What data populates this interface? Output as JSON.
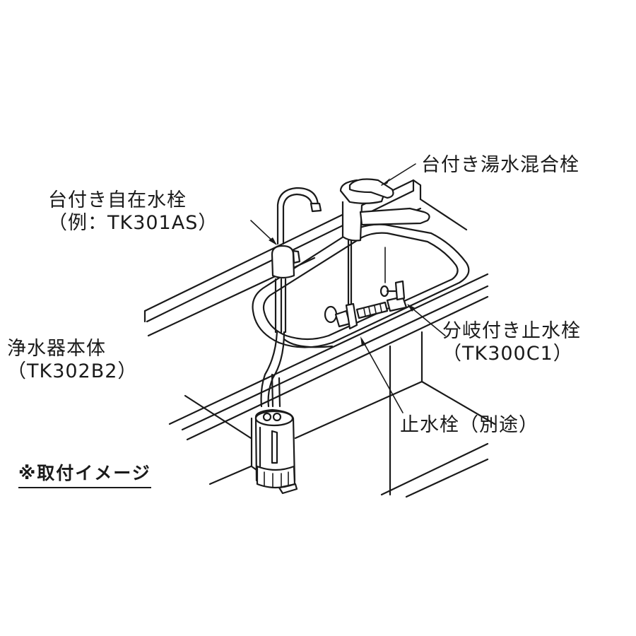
{
  "diagram": {
    "type": "installation-illustration",
    "subject": "undersink water purifier installation",
    "labels": {
      "mixing_faucet": {
        "text": "台付き湯水混合栓"
      },
      "free_faucet": {
        "line1": "台付き自在水栓",
        "line2": "（例：TK301AS）"
      },
      "branch_valve": {
        "line1": "分岐付き止水栓",
        "line2": "（TK300C1）"
      },
      "purifier_body": {
        "line1": "浄水器本体",
        "line2": "（TK302B2）"
      },
      "stop_valve": {
        "text": "止水栓（別途）"
      }
    },
    "note": "※取付イメージ",
    "colors": {
      "line": "#1a1a1a",
      "background": "#ffffff"
    }
  }
}
